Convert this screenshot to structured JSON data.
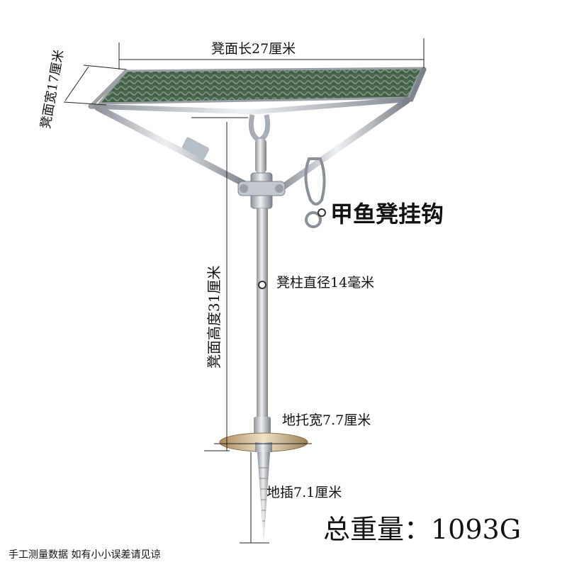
{
  "labels": {
    "seat_length": "凳面长27厘米",
    "seat_width": "凳面宽17厘米",
    "hook": "甲鱼凳挂钩",
    "pole_diameter": "凳柱直径14毫米",
    "pole_height": "凳面高度31厘米",
    "base_width": "地托宽7.7厘米",
    "spike": "地插7.1厘米",
    "total_weight": "总重量：1093G",
    "disclaimer": "手工测量数据 如有小小误差请见谅"
  },
  "colors": {
    "net": "#4f6b55",
    "metal": "#b9bec4",
    "metal_dark": "#6f757c",
    "base": "#c9b08a",
    "line": "#222222"
  }
}
